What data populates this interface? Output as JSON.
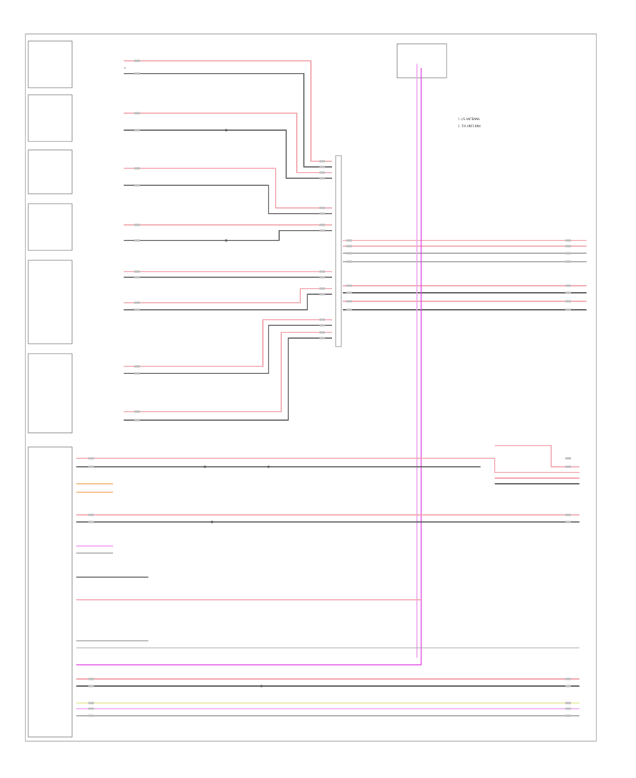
{
  "diagram": {
    "title": "",
    "notes": [
      "1. I/S ANTENNA",
      "2. T/A ANTENNA"
    ],
    "colors": {
      "red": "#f0a0a8",
      "red_dark": "#e06070",
      "black": "#555555",
      "gray": "#9a9a9a",
      "pink": "#f0a0f0",
      "magenta": "#e040e0",
      "yellow": "#e8e8a0",
      "orange": "#f0b070"
    },
    "wire_color_names": [
      "RED",
      "BLK",
      "GRY",
      "PNK",
      "YEL",
      "ORN"
    ]
  }
}
